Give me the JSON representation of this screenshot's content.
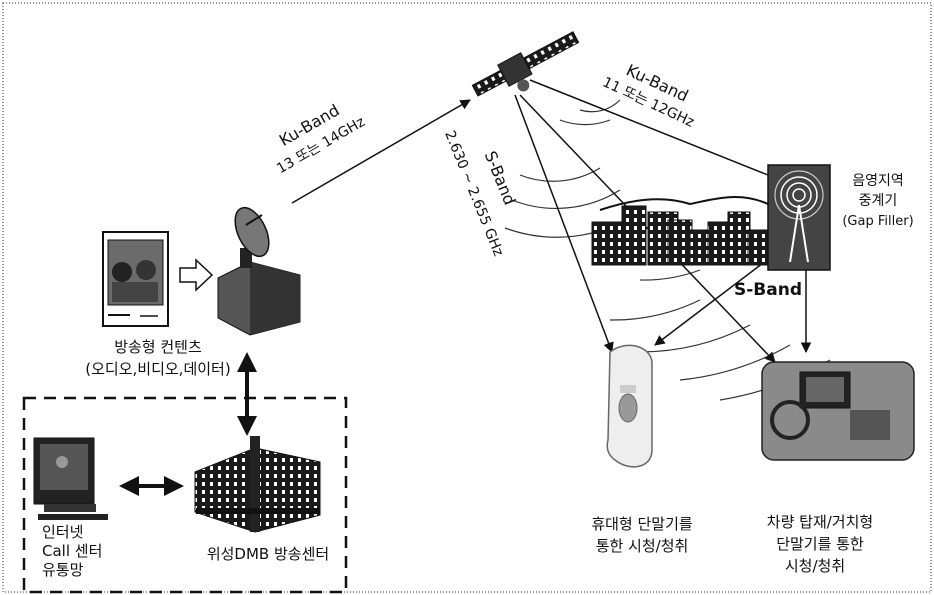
{
  "colors": {
    "ink": "#111111",
    "background": "#ffffff",
    "screen_grey": "#6b6b6b",
    "building_dark": "#1a1a1a",
    "vehicle_grey": "#8a8a8a",
    "phone_grey": "#d9d9d9"
  },
  "icons": [
    "broadcast-monitor-icon",
    "satellite-dish-station-icon",
    "satellite-icon",
    "computer-icon",
    "broadcast-center-building-icon",
    "city-skyline-icon",
    "gap-filler-tower-icon",
    "mobile-phone-icon",
    "vehicle-terminal-icon"
  ],
  "uplink": {
    "band": "Ku-Band",
    "freq": "13 또는 14GHz"
  },
  "downlink_ku": {
    "band": "Ku-Band",
    "freq": "11 또는 12GHz"
  },
  "downlink_s": {
    "band": "S-Band",
    "freq": "2.630 ~ 2.655 GHz"
  },
  "repeater": {
    "title_line1": "음영지역",
    "title_line2": "중계기",
    "subtitle": "(Gap Filler)",
    "band": "S-Band"
  },
  "contents": {
    "title": "방송형 컨텐츠",
    "subtitle": "(오디오,비디오,데이터)"
  },
  "internet": {
    "line1": "인터넷",
    "line2": "Call 센터",
    "line3": "유통망"
  },
  "broadcast_center": {
    "label": "위성DMB 방송센터"
  },
  "handheld": {
    "line1": "휴대형 단말기를",
    "line2": "통한 시청/청취"
  },
  "vehicle": {
    "line1": "차량 탑재/거치형",
    "line2": "단말기를 통한",
    "line3": "시청/청취"
  }
}
